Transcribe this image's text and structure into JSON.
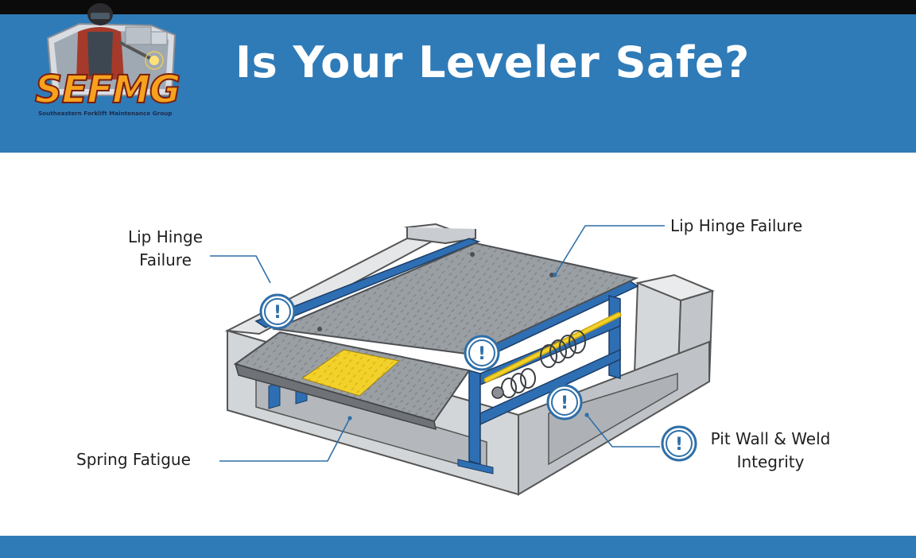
{
  "header": {
    "title": "Is Your Leveler Safe?",
    "logo_text": "SEFMG",
    "logo_subtitle": "Southeastern Forklift Maintenance Group",
    "background_color": "#2f7bb8"
  },
  "callouts": {
    "lip_hinge_left": [
      "Lip Hinge",
      "Failure"
    ],
    "lip_hinge_right": "Lip Hinge Failure",
    "spring_fatigue": "Spring Fatigue",
    "pit_wall": [
      "Pit Wall & Weld",
      "Integrity"
    ]
  },
  "icons": {
    "warning_marker": "exclamation-circle-icon",
    "warning_glyph": "!"
  },
  "colors": {
    "accent_blue": "#2f7bb8",
    "steel": "#8f9499",
    "lip_yellow": "#f3d12b",
    "concrete": "#d7d9db"
  }
}
